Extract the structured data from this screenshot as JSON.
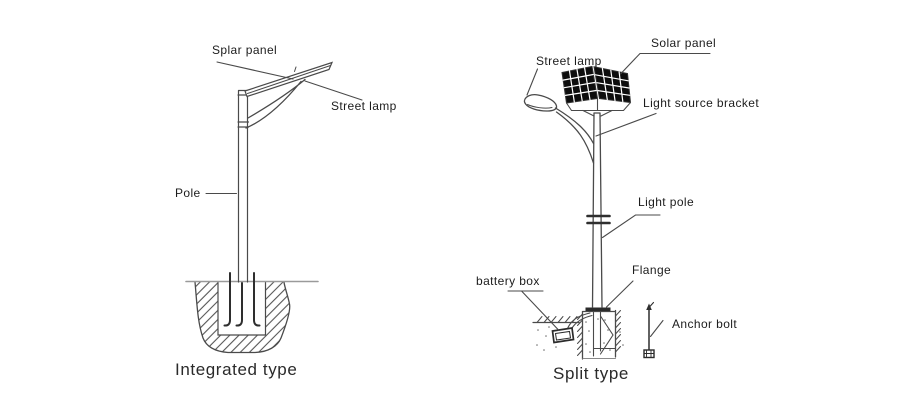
{
  "colors": {
    "line": "#4a4a4a",
    "panel_cell": "#0d0d0d",
    "text": "#1c1c1c",
    "ground_line": "#9a9a9a",
    "background": "#ffffff"
  },
  "integrated": {
    "caption": "Integrated type",
    "labels": {
      "solar_panel": "Splar panel",
      "street_lamp": "Street lamp",
      "pole": "Pole"
    }
  },
  "split": {
    "caption": "Split type",
    "labels": {
      "street_lamp": "Street lamp",
      "solar_panel": "Solar panel",
      "light_source_bracket": "Light source bracket",
      "light_pole": "Light pole",
      "battery_box": "battery box",
      "flange": "Flange",
      "anchor_bolt": "Anchor bolt"
    }
  }
}
